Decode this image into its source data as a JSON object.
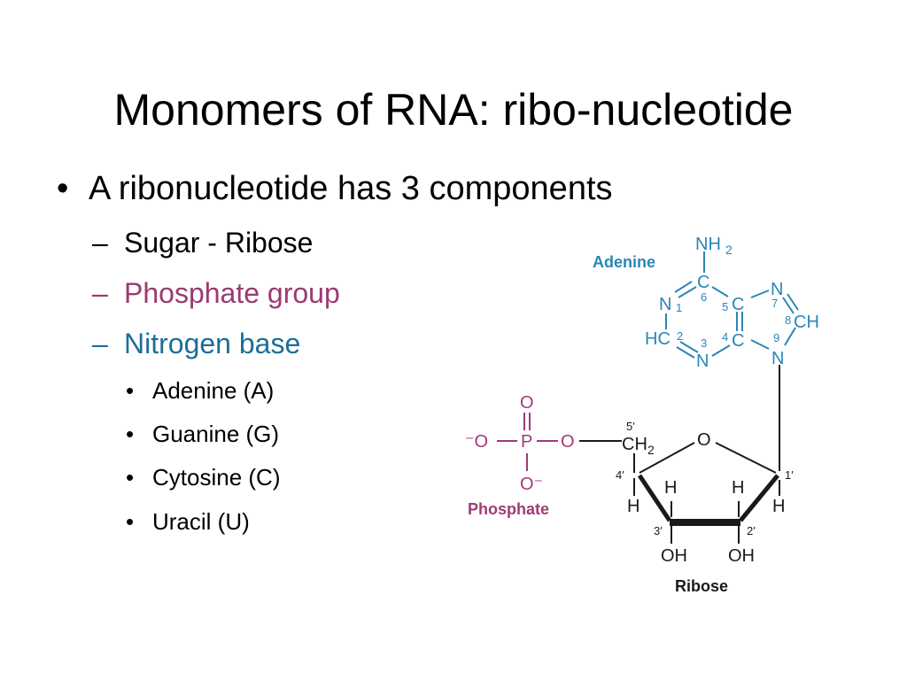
{
  "slide": {
    "title": "Monomers of RNA: ribo-nucleotide",
    "bullet_main": "A ribonucleotide has 3 components",
    "sub_items": [
      "Sugar - Ribose",
      "Phosphate group",
      "Nitrogen base"
    ],
    "bases": [
      "Adenine (A)",
      "Guanine (G)",
      "Cytosine (C)",
      "Uracil (U)"
    ],
    "bullet_symbol": "•",
    "dash_symbol": "–"
  },
  "diagram": {
    "colors": {
      "base": "#2a86b6",
      "phosphate": "#a13a78",
      "sugar": "#1a1a1a"
    },
    "labels": {
      "adenine": "Adenine",
      "phosphate": "Phosphate",
      "ribose": "Ribose"
    },
    "adenine_atoms": {
      "nh2": "NH",
      "nh2_sub": "2",
      "c6": "C",
      "n1": "N",
      "c5": "C",
      "n7": "N",
      "c8h": "CH",
      "hc2": "HC",
      "c4": "C",
      "n3": "N",
      "n9": "N"
    },
    "adenine_numbers": {
      "n1": "1",
      "c6": "6",
      "c5": "5",
      "n7": "7",
      "c8": "8",
      "c2": "2",
      "n3": "3",
      "c4": "4",
      "n9": "9"
    },
    "phosphate_atoms": {
      "o_top": "O",
      "o_left": "⁻O",
      "p": "P",
      "o_right": "O",
      "o_bottom": "O⁻"
    },
    "sugar_atoms": {
      "ch2": "CH",
      "ch2_sub": "2",
      "o_ring": "O",
      "h_c4": "H",
      "h_c3": "H",
      "h_c2": "H",
      "h_c1": "H",
      "oh_3": "OH",
      "oh_2": "OH"
    },
    "sugar_numbers": {
      "c5": "5′",
      "c4": "4′",
      "c3": "3′",
      "c2": "2′",
      "c1": "1′"
    }
  }
}
